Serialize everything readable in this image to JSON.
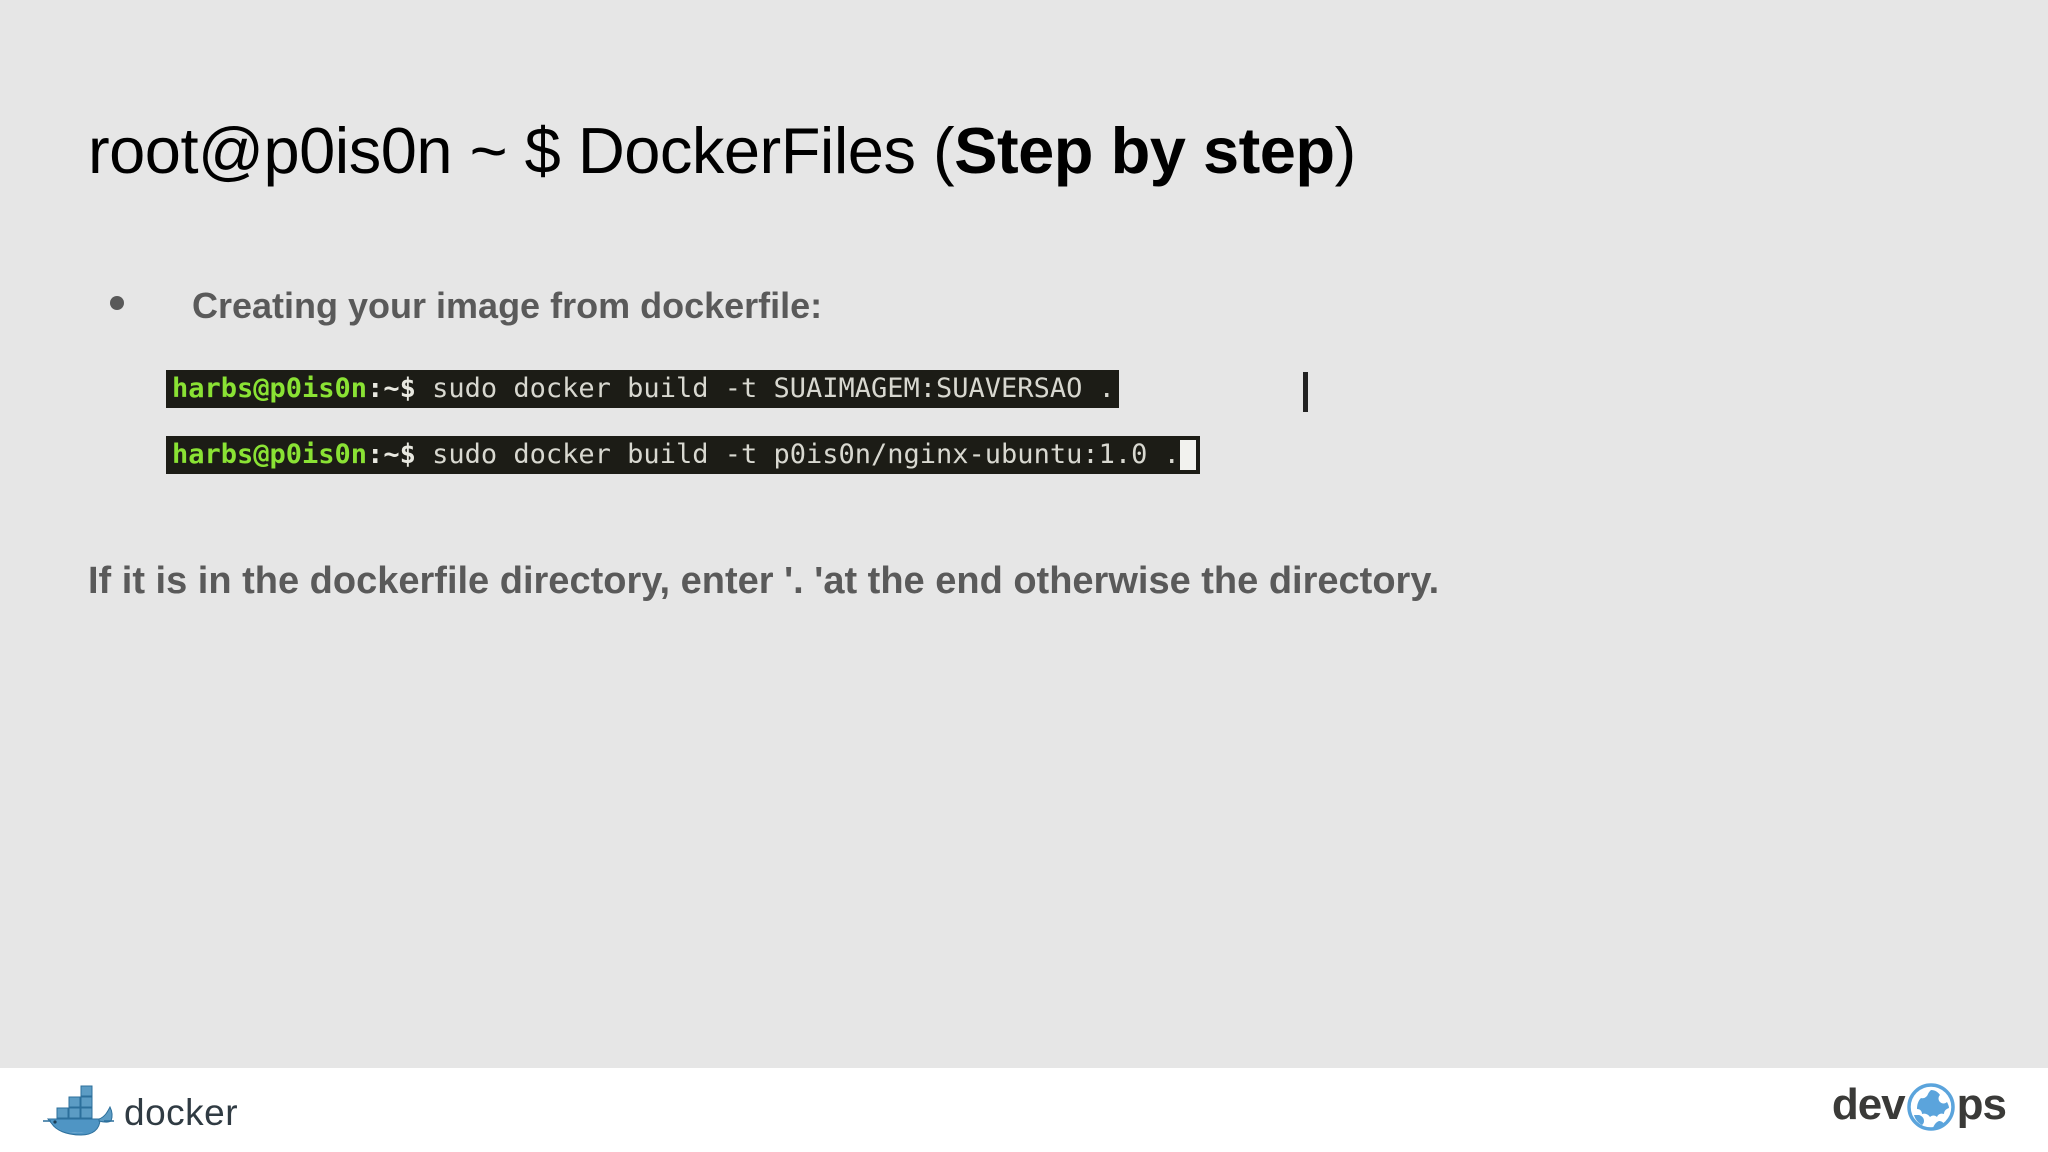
{
  "slide": {
    "background_color": "#e6e6e6",
    "title": {
      "regular_prefix": "root@p0is0n ~ $ DockerFiles (",
      "bold_part": "Step by step",
      "regular_suffix": ")"
    },
    "bullet": {
      "marker": "bullet-dot",
      "text": "Creating your image from dockerfile:"
    },
    "terminal": {
      "background_color": "#1c1c16",
      "prompt_color": "#8ae234",
      "text_color": "#d8d8d0",
      "lines": [
        {
          "prompt_user": "harbs@p0is0n",
          "prompt_path": ":~$",
          "command": " sudo docker build -t SUAIMAGEM:SUAVERSAO .",
          "cursor": "text-bar-outside"
        },
        {
          "prompt_user": "harbs@p0is0n",
          "prompt_path": ":~$",
          "command": " sudo docker build -t p0is0n/nginx-ubuntu:1.0 .",
          "cursor": "block-inside"
        }
      ]
    },
    "note": "If it is in the dockerfile directory, enter '. 'at the end otherwise the directory.",
    "footer": {
      "background_color": "#ffffff",
      "docker_logo_text": "docker",
      "devops_logo": {
        "part_one": "dev",
        "part_two": "ps",
        "globe_color": "#5ba4dc"
      }
    }
  }
}
